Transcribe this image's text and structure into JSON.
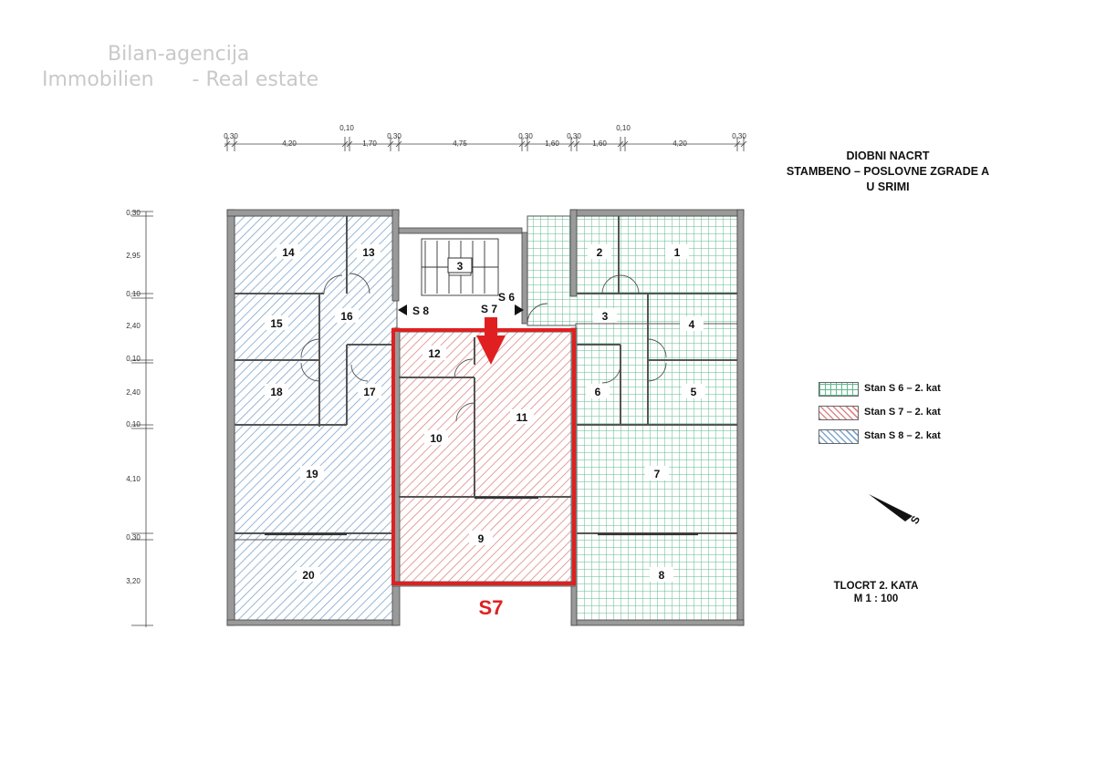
{
  "watermark": {
    "line1": "Bilan-agencija",
    "line2": "Immobilien      - Real estate"
  },
  "title": {
    "line1": "DIOBNI NACRT",
    "line2": "STAMBENO – POSLOVNE ZGRADE A",
    "line3": "U SRIMI"
  },
  "legend": [
    {
      "label": "Stan S 6 – 2. kat",
      "color": "#2e9a6a"
    },
    {
      "label": "Stan S 7 – 2. kat",
      "color": "#d24545"
    },
    {
      "label": "Stan S 8 – 2. kat",
      "color": "#4f86b8"
    }
  ],
  "floor": {
    "line1": "TLOCRT 2. KATA",
    "line2": "M 1 : 100"
  },
  "highlight_label": "S7",
  "entrances": {
    "s8": "S 8",
    "s7": "S 7",
    "s6": "S 6"
  },
  "north_label": "S",
  "dimensions_top": [
    "0,30",
    "4,20",
    "0,10",
    "1,70",
    "0,30",
    "4,75",
    "0,30",
    "1,60",
    "0,30",
    "1,60",
    "0,10",
    "4,20",
    "0,30"
  ],
  "dimensions_left": [
    "0,30",
    "2,95",
    "0,10",
    "2,40",
    "0,10",
    "2,40",
    "0,10",
    "4,10",
    "0,30",
    "3,20"
  ],
  "rooms": {
    "r1": "1",
    "r2": "2",
    "r3a": "3",
    "r3b": "3",
    "r4": "4",
    "r5": "5",
    "r6": "6",
    "r7": "7",
    "r8": "8",
    "r9": "9",
    "r10": "10",
    "r11": "11",
    "r12": "12",
    "r13": "13",
    "r14": "14",
    "r15": "15",
    "r16": "16",
    "r17": "17",
    "r18": "18",
    "r19": "19",
    "r20": "20"
  }
}
